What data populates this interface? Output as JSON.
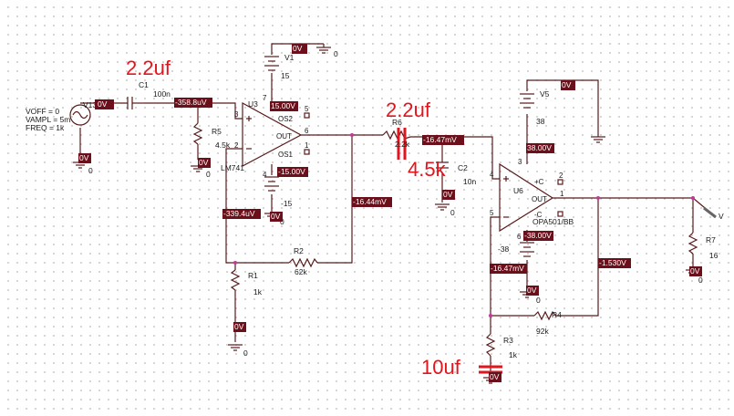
{
  "source": {
    "name": "V13",
    "params": [
      "VOFF = 0",
      "VAMPL = 5m",
      "FREQ = 1k"
    ]
  },
  "components": {
    "c1": {
      "name": "C1",
      "value": "100n"
    },
    "r5": {
      "name": "R5",
      "value": "4.5k"
    },
    "u3": {
      "name": "U3",
      "model": "LM741"
    },
    "v1": {
      "name": "V1",
      "value": "15"
    },
    "vneg1": {
      "value": "-15"
    },
    "r6": {
      "name": "R6",
      "value": "2.2k"
    },
    "c2": {
      "name": "C2",
      "value": "10n"
    },
    "r2": {
      "name": "R2",
      "value": "62k"
    },
    "r1": {
      "name": "R1",
      "value": "1k"
    },
    "u6": {
      "name": "U6",
      "model": "OPA501/BB"
    },
    "v5": {
      "name": "V5",
      "value": "38"
    },
    "vneg5": {
      "value": "-38"
    },
    "r4": {
      "name": "R4",
      "value": "92k"
    },
    "r3": {
      "name": "R3",
      "value": "1k"
    },
    "r7": {
      "name": "R7",
      "value": "16"
    },
    "probe": {
      "label": "V"
    }
  },
  "pin_labels": {
    "os2": "OS2",
    "os1": "OS1",
    "out": "OUT",
    "plus_c": "+C",
    "minus_c": "-C"
  },
  "pin_numbers": [
    "7",
    "5",
    "3",
    "6",
    "2",
    "1",
    "4",
    "3",
    "2",
    "4",
    "1",
    "5",
    "6"
  ],
  "gnd_labels": [
    "0",
    "0",
    "0",
    "0",
    "0",
    "0",
    "0",
    "0"
  ],
  "voltages": {
    "v13": "0V",
    "v1_top": "0V",
    "gnd_source": "0V",
    "in_node": "-358.8uV",
    "u3_vplus": "15.00V",
    "u3_vminus": "-15.00V",
    "r5_gnd": "0V",
    "u3_inv": "-339.4uV",
    "vneg1_gnd": "0V",
    "u3_out": "-16.44mV",
    "r1_gnd": "0V",
    "mid_node": "-16.47mV",
    "c2_gnd": "0V",
    "v5_top": "0V",
    "u6_vplus": "38.00V",
    "u6_vminus": "-38.00V",
    "u6_inv": "-16.47mV",
    "vneg5_gnd": "0V",
    "u6_out": "-1.530V",
    "r7_gnd": "0V",
    "r3_gnd": "0V"
  },
  "annotations": {
    "c1_note": "2.2uf",
    "r6_note": "2.2uf",
    "c2_note": "4.5k",
    "r3_note": "10uf"
  },
  "colors": {
    "wire": "#5a1a1a",
    "voltage_tag": "#6b0f1a",
    "annotation": "#e3151c"
  }
}
